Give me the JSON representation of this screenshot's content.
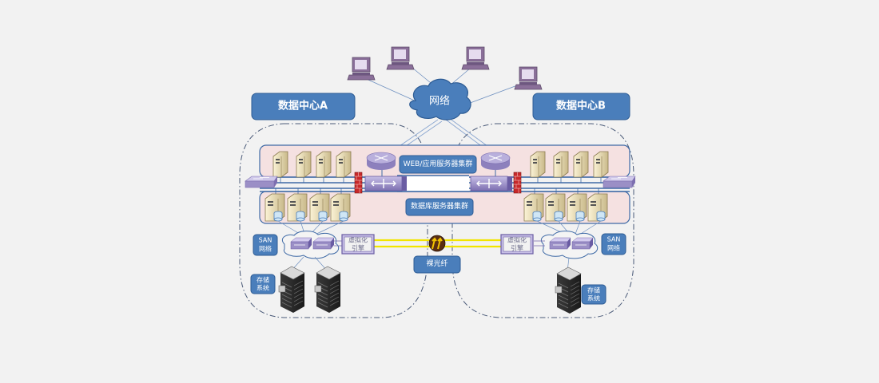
{
  "diagram": {
    "title": "双数据中心网络架构",
    "network_cloud_label": "网络",
    "data_center_a": {
      "title": "数据中心A",
      "san_label_line1": "SAN",
      "san_label_line2": "网络",
      "storage_label_line1": "存储",
      "storage_label_line2": "系统",
      "virtualization_engine_line1": "虚拟化",
      "virtualization_engine_line2": "引擎",
      "web_servers": 4,
      "db_servers": 4,
      "storage_racks": 2
    },
    "data_center_b": {
      "title": "数据中心B",
      "san_label_line1": "SAN",
      "san_label_line2": "网络",
      "storage_label_line1": "存储",
      "storage_label_line2": "系统",
      "virtualization_engine_line1": "虚拟化",
      "virtualization_engine_line2": "引擎",
      "web_servers": 4,
      "db_servers": 4,
      "storage_racks": 1
    },
    "web_cluster_label": "WEB/应用服务器集群",
    "db_cluster_label": "数据库服务器集群",
    "fiber_label": "裸光纤",
    "client_count": 4,
    "colors": {
      "background": "#f2f2f2",
      "label_box": "#4a7ebb",
      "label_box_border": "#2e5c94",
      "cluster_band": "#f5e1e1",
      "cluster_border": "#3f6aa6",
      "device_purple": "#9b8fc6",
      "fiber_yellow": "#f2e500",
      "firewall_red": "#c8282a"
    }
  }
}
